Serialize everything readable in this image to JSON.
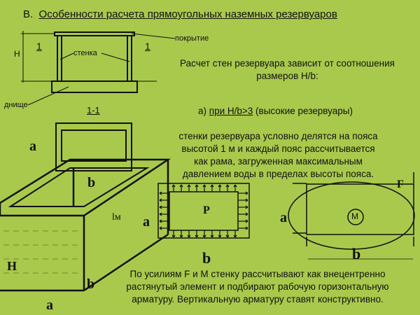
{
  "title": {
    "prefix": "В.",
    "text": "Особенности расчета прямоугольных наземных резервуаров"
  },
  "section_view": {
    "label_H": "H",
    "section_mark_left": "1",
    "section_mark_right": "1",
    "roof_label": "покрытие",
    "wall_label": "стенка",
    "bottom_label": "днище",
    "section_title": "1-1"
  },
  "text": {
    "intro": [
      "Расчет стен резервуара зависит от соотношения",
      "размеров H/b:"
    ],
    "case_a_prefix": "а) ",
    "case_a_link": "при H/b>3",
    "case_a_suffix": " (высокие резервуары)",
    "belts": [
      "стенки резервуара условно делятся на пояса",
      "высотой 1 м и каждый пояс рассчитывается",
      "как рама, загруженная максимальным",
      "давлением воды в пределах высоты пояса."
    ],
    "conclusion": [
      "По усилиям F и M стенку рассчитывают как внецентренно",
      "растянутый элемент и подбирают рабочую горизонтальную",
      "арматуру. Вертикальную арматуру ставят конструктивно."
    ]
  },
  "iso_view": {
    "a_top": "a",
    "b_top": "b",
    "lm": "lм",
    "a_side": "a",
    "H": "H",
    "b_bottom": "b",
    "a_bottom": "a"
  },
  "pressure_diagram": {
    "P": "P",
    "b": "b"
  },
  "moment_diagram": {
    "a": "a",
    "F": "F",
    "M": "M",
    "b": "b"
  }
}
